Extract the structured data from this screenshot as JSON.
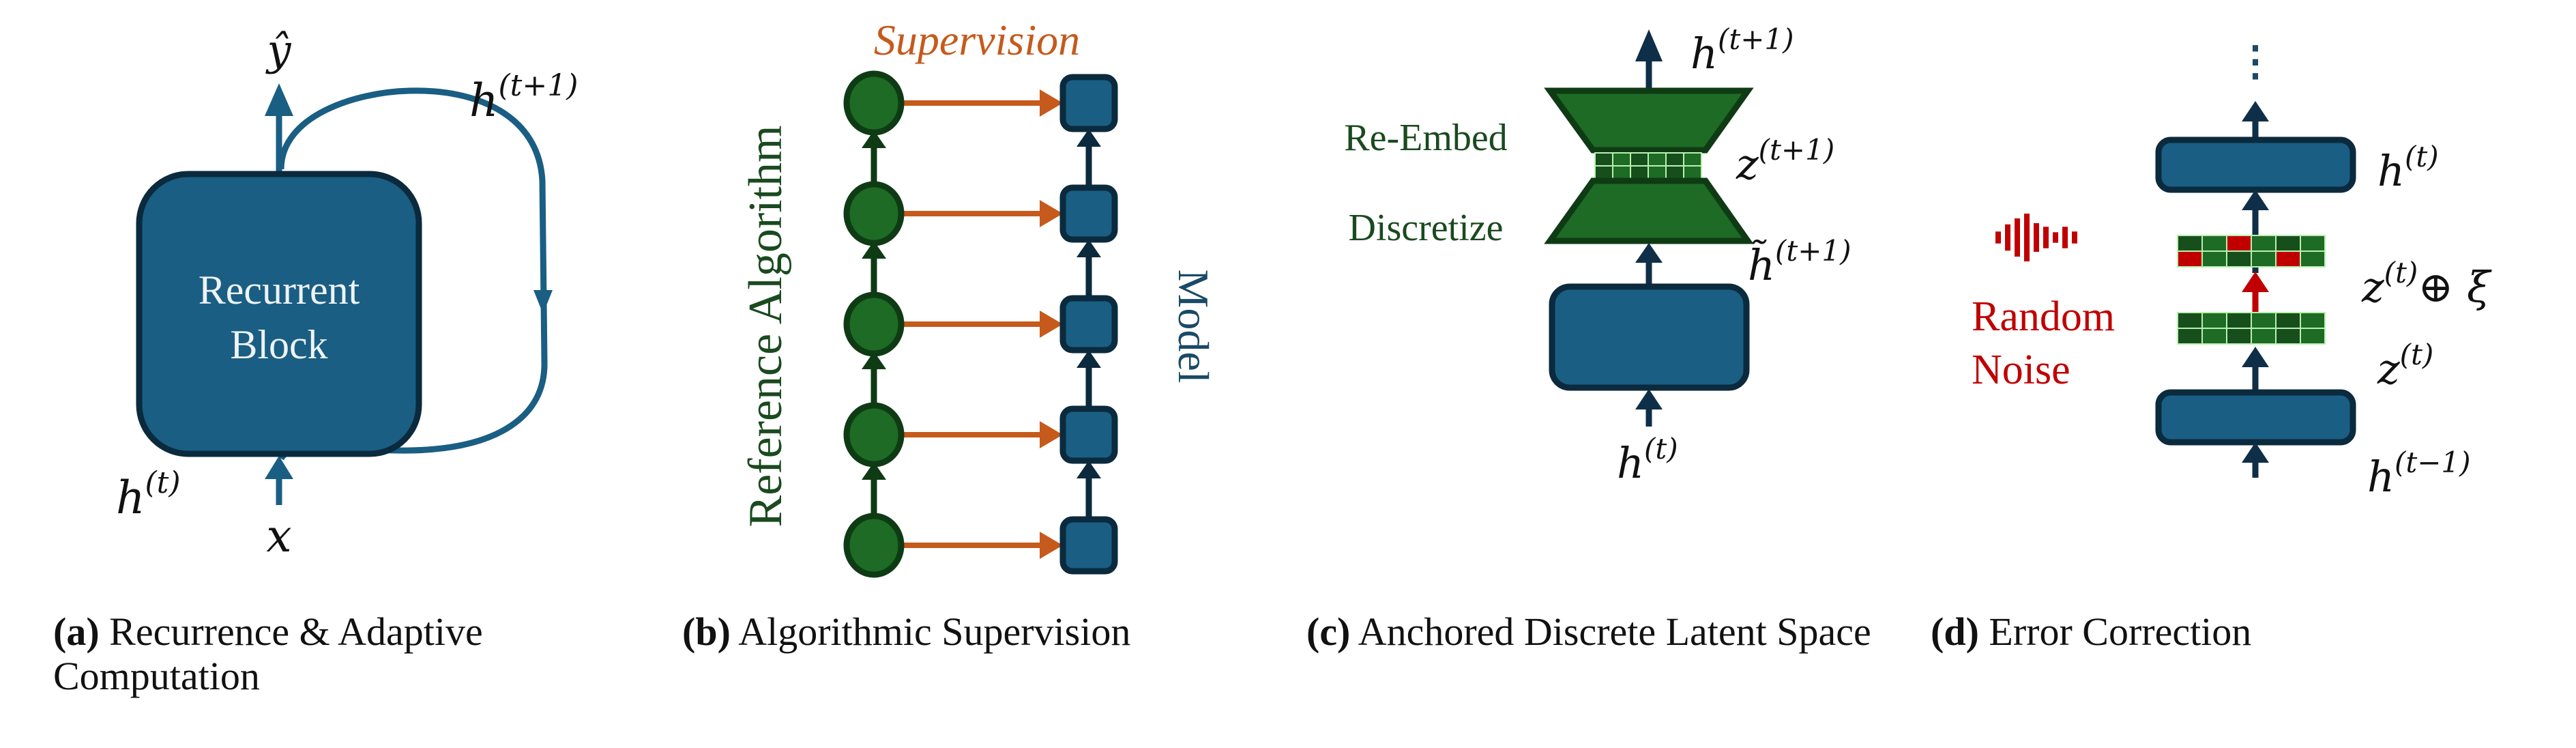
{
  "colors": {
    "block_fill": "#1a5e83",
    "block_stroke": "#0b2a3d",
    "green_fill": "#1d6b25",
    "green_dark": "#164f1c",
    "green_stroke": "#0f3b14",
    "grid_line": "#b9f0b0",
    "supervision": "#c55a1c",
    "noise_red": "#c00000",
    "ref_label": "#1a4a1f",
    "model_label": "#1a4a66"
  },
  "panel_a": {
    "block_label_line1": "Recurrent",
    "block_label_line2": "Block",
    "output_label": "ŷ",
    "loop_label": "h",
    "loop_label_sup": "(t+1)",
    "state_label": "h",
    "state_label_sup": "(t)",
    "input_label": "x",
    "caption_tag": "(a)",
    "caption_line1": "Recurrence & Adaptive",
    "caption_line2": "Computation"
  },
  "panel_b": {
    "supervision_label": "Supervision",
    "reference_label": "Reference Algorithm",
    "model_label": "Model",
    "steps": 5,
    "caption_tag": "(b)",
    "caption": "Algorithmic Supervision"
  },
  "panel_c": {
    "reembed_label": "Re-Embed",
    "discretize_label": "Discretize",
    "out_label": "h",
    "out_sup": "(t+1)",
    "z_label": "z",
    "z_sup": "(t+1)",
    "htilde_label": "h̃",
    "htilde_sup": "(t+1)",
    "in_label": "h",
    "in_sup": "(t)",
    "grid": [
      [
        "d",
        "g",
        "d",
        "g",
        "d",
        "g"
      ],
      [
        "d",
        "g",
        "d",
        "g",
        "d",
        "g"
      ]
    ],
    "caption_tag": "(c)",
    "caption": "Anchored Discrete Latent Space"
  },
  "panel_d": {
    "ellipsis": "⋮",
    "top_label": "h",
    "top_sup": "(t)",
    "noisy_label": "z",
    "noisy_sup": "(t)",
    "noisy_op": "⊕ ξ",
    "clean_label": "z",
    "clean_sup": "(t)",
    "bottom_label": "h",
    "bottom_sup": "(t−1)",
    "noise_line1": "Random",
    "noise_line2": "Noise",
    "noise_icon_levels": [
      0.25,
      0.55,
      0.8,
      1.0,
      0.6,
      0.45,
      0.22,
      0.45,
      0.25
    ],
    "noisy_grid": [
      [
        "d",
        "g",
        "r",
        "g",
        "d",
        "g"
      ],
      [
        "r",
        "g",
        "d",
        "g",
        "r",
        "g"
      ]
    ],
    "clean_grid": [
      [
        "d",
        "g",
        "d",
        "g",
        "d",
        "g"
      ],
      [
        "d",
        "g",
        "d",
        "g",
        "d",
        "g"
      ]
    ],
    "caption_tag": "(d)",
    "caption": "Error Correction"
  }
}
